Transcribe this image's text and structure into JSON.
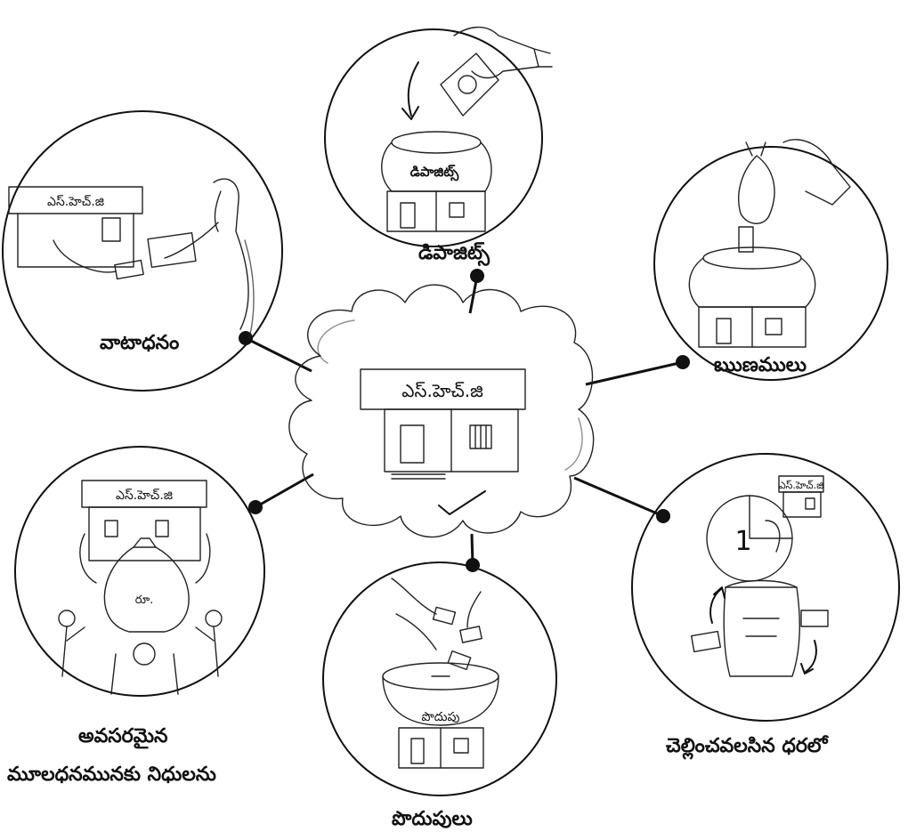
{
  "center": {
    "sign": "ఎస్.హెచ్.జి"
  },
  "nodes": {
    "deposit": {
      "caption": "డిపాజిట్స్",
      "pot_label": "డిపాజిట్స్"
    },
    "loans": {
      "caption": "ఋణములు"
    },
    "price": {
      "caption": "చెల్లించవలసిన ధరలో",
      "sign": "ఎస్.హెచ్.జి"
    },
    "savings": {
      "caption": "పొదుపులు",
      "pot_label": "పొదుపు"
    },
    "capital": {
      "caption_line1": "అవసరమైన",
      "caption_line2": "మూలధనమునకు నిధులను",
      "sign": "ఎస్.హెచ్.జి",
      "bag_label": "రూ."
    },
    "payment": {
      "caption": "వాటాధనం",
      "sign": "ఎస్.హెచ్.జి"
    }
  },
  "colors": {
    "ink": "#111111",
    "background": "#ffffff"
  }
}
